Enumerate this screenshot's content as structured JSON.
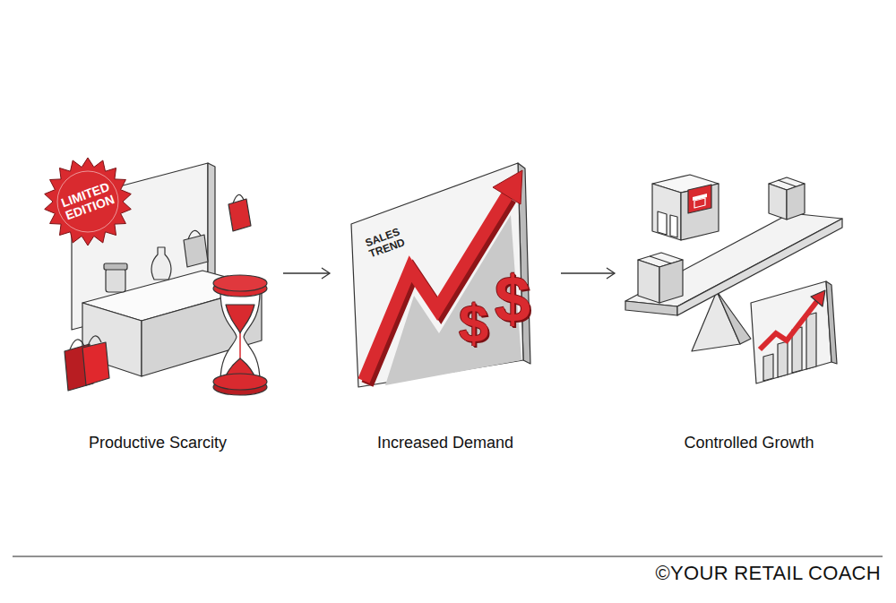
{
  "diagram": {
    "nodes": [
      {
        "text": [
          "Productive Scarcity"
        ]
      },
      {
        "text": [
          "LIMITED EDITION"
        ],
        "in": 0
      },
      {
        "text": [
          "Increased Demand"
        ]
      },
      {
        "text": [
          "SALES TREND"
        ],
        "in": 2
      },
      {
        "text": [
          "Controlled Growth"
        ]
      }
    ],
    "edges": [
      {
        "from": 0,
        "to": 2,
        "arrow": "to"
      },
      {
        "from": 2,
        "to": 4,
        "arrow": "to"
      }
    ],
    "labels": [
      "$",
      "$",
      "©YOUR RETAIL COACH"
    ]
  }
}
